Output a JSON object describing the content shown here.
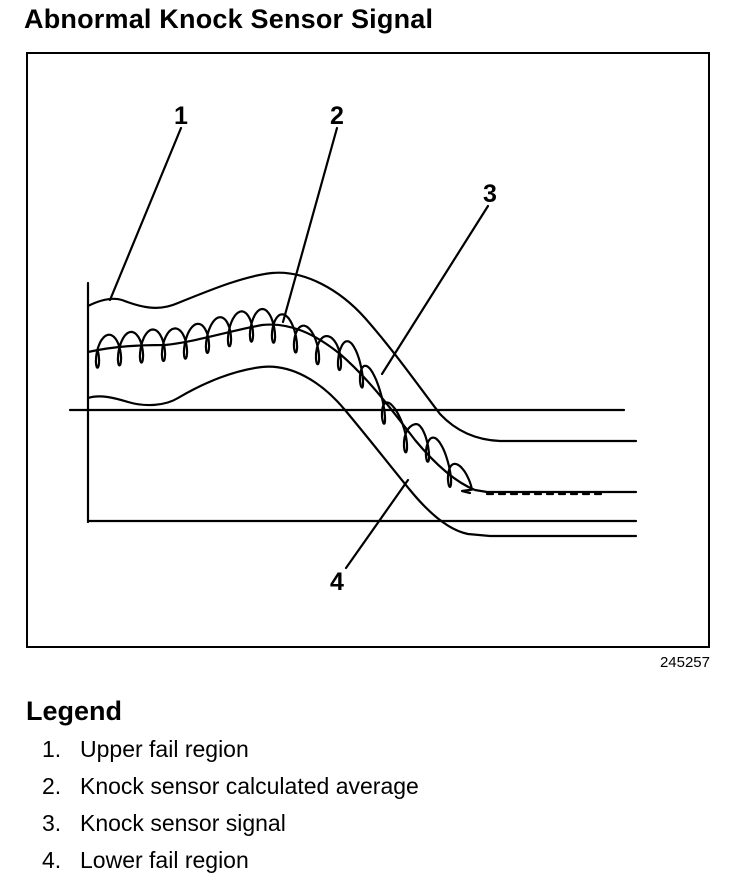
{
  "title": "Abnormal Knock Sensor Signal",
  "figure_number": "245257",
  "callouts": [
    "1",
    "2",
    "3",
    "4"
  ],
  "legend": {
    "title": "Legend",
    "items": [
      {
        "number": "1.",
        "label": "Upper fail region"
      },
      {
        "number": "2.",
        "label": "Knock sensor calculated average"
      },
      {
        "number": "3.",
        "label": "Knock sensor signal"
      },
      {
        "number": "4.",
        "label": "Lower fail region"
      }
    ]
  }
}
